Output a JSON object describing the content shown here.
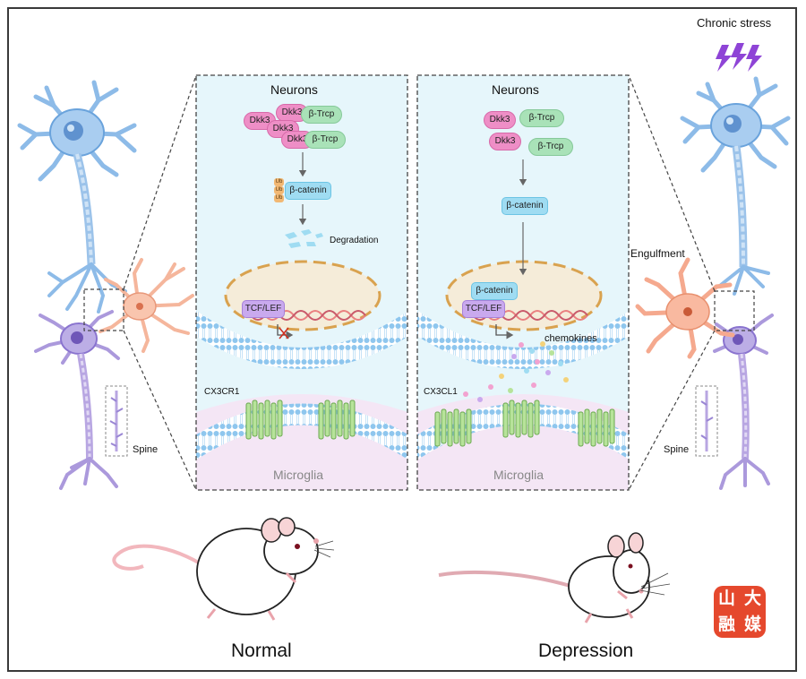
{
  "left_panel": {
    "title": "Neurons",
    "dkk3_labels": [
      "Dkk3",
      "Dkk3",
      "Dkk3",
      "Dkk3"
    ],
    "btrcp_labels": [
      "β-Trcp",
      "β-Trcp"
    ],
    "ub_labels": [
      "Ub",
      "Ub",
      "Ub"
    ],
    "beta_catenin": "β-catenin",
    "degradation": "Degradation",
    "tcf_lef": "TCF/LEF",
    "receptor": "CX3CR1",
    "microglia": "Microglia",
    "spine": "Spine",
    "condition": "Normal"
  },
  "right_panel": {
    "title": "Neurons",
    "dkk3_labels": [
      "Dkk3",
      "Dkk3"
    ],
    "btrcp_labels": [
      "β-Trcp",
      "β-Trcp"
    ],
    "beta_catenin_cytoplasm": "β-catenin",
    "beta_catenin_nucleus": "β-catenin",
    "tcf_lef": "TCF/LEF",
    "chemokines": "chemokines",
    "ligand": "CX3CL1",
    "microglia": "Microglia",
    "spine": "Spine",
    "engulfment": "Engulfment",
    "stress": "Chronic stress",
    "condition": "Depression"
  },
  "logo": {
    "chars": [
      "山",
      "大",
      "融",
      "媒"
    ]
  },
  "colors": {
    "neuron_blue": "#9cc3ea",
    "neuron_purple": "#b8a6e2",
    "microglia_orange": "#f7b49a",
    "panel_top": "#e6f6fb",
    "panel_bottom": "#f4e6f5",
    "stress_bolt": "#8e44d6"
  }
}
